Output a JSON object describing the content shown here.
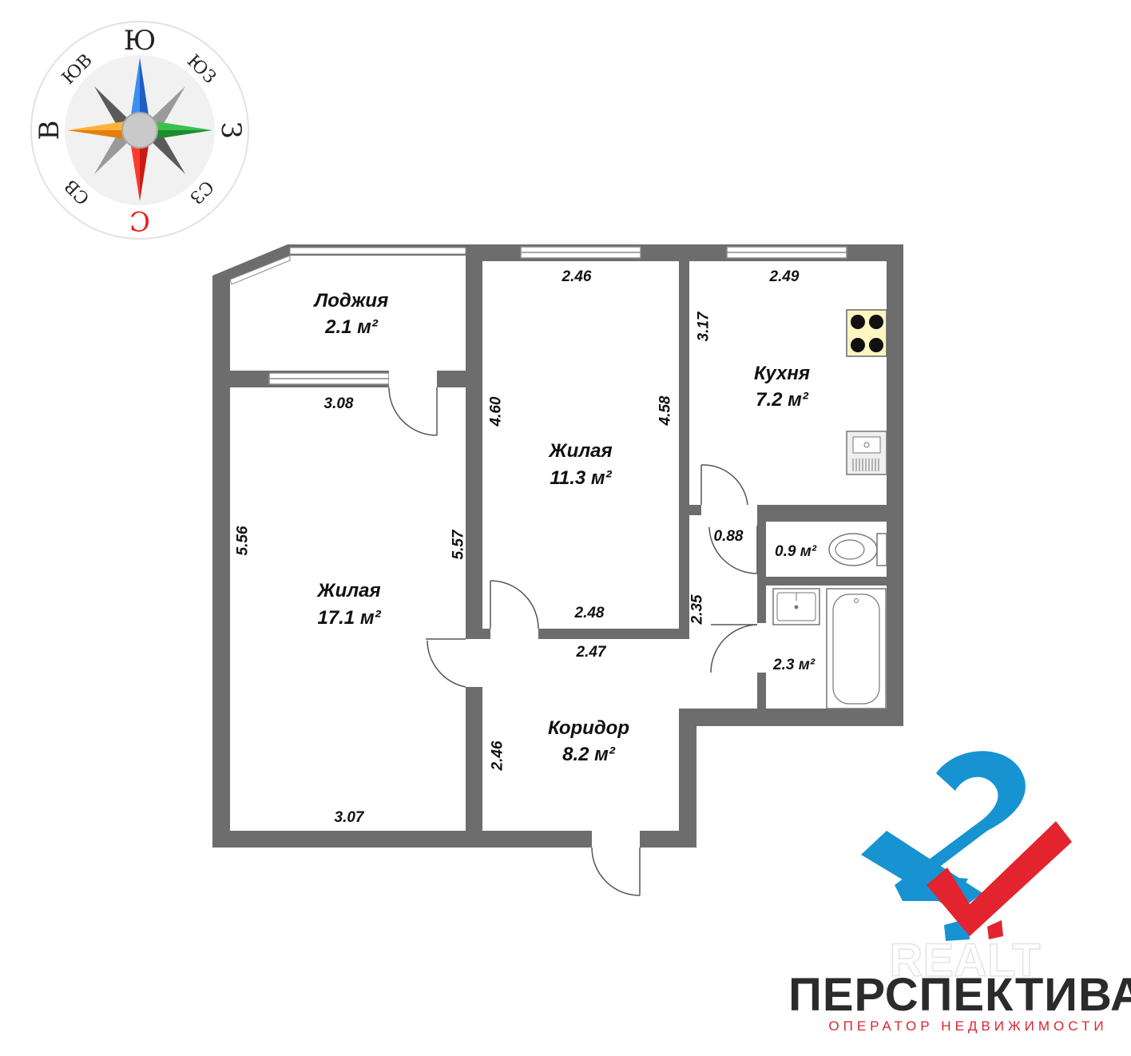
{
  "compass": {
    "main": {
      "south": "Ю",
      "west": "З",
      "north": "С",
      "east": "В"
    },
    "intermediate": {
      "southeast": "ЮВ",
      "southwest": "ЮЗ",
      "northwest": "СЗ",
      "northeast": "СВ"
    }
  },
  "rooms": {
    "loggia": {
      "name": "Лоджия",
      "area": "2.1 м²"
    },
    "living_small": {
      "name": "Жилая",
      "area": "11.3 м²"
    },
    "kitchen": {
      "name": "Кухня",
      "area": "7.2 м²"
    },
    "living_large": {
      "name": "Жилая",
      "area": "17.1 м²"
    },
    "corridor": {
      "name": "Коридор",
      "area": "8.2 м²"
    },
    "toilet": {
      "area": "0.9 м²"
    },
    "bathroom": {
      "area": "2.3 м²"
    }
  },
  "dimensions": {
    "living_small_top": "2.46",
    "kitchen_top": "2.49",
    "kitchen_left": "3.17",
    "living_large_top": "3.08",
    "living_small_left": "4.60",
    "living_small_right": "4.58",
    "living_large_left": "5.56",
    "living_large_right": "5.57",
    "hall_small": "0.88",
    "living_small_bottom": "2.48",
    "hall_right": "2.35",
    "corridor_top": "2.47",
    "corridor_left": "2.46",
    "living_large_bottom": "3.07"
  },
  "brand": {
    "name": "ПЕРСПЕКТИВА",
    "tagline": "ОПЕРАТОР НЕДВИЖИМОСТИ",
    "watermark": "REALT",
    "colors": {
      "blue": "#1793d1",
      "red": "#e3232d"
    }
  },
  "colors": {
    "wall": "#6d6d6d",
    "compass_blue": "#2d7de0",
    "compass_green": "#27a83a",
    "compass_red": "#e8231c",
    "compass_orange": "#f39a1b"
  }
}
